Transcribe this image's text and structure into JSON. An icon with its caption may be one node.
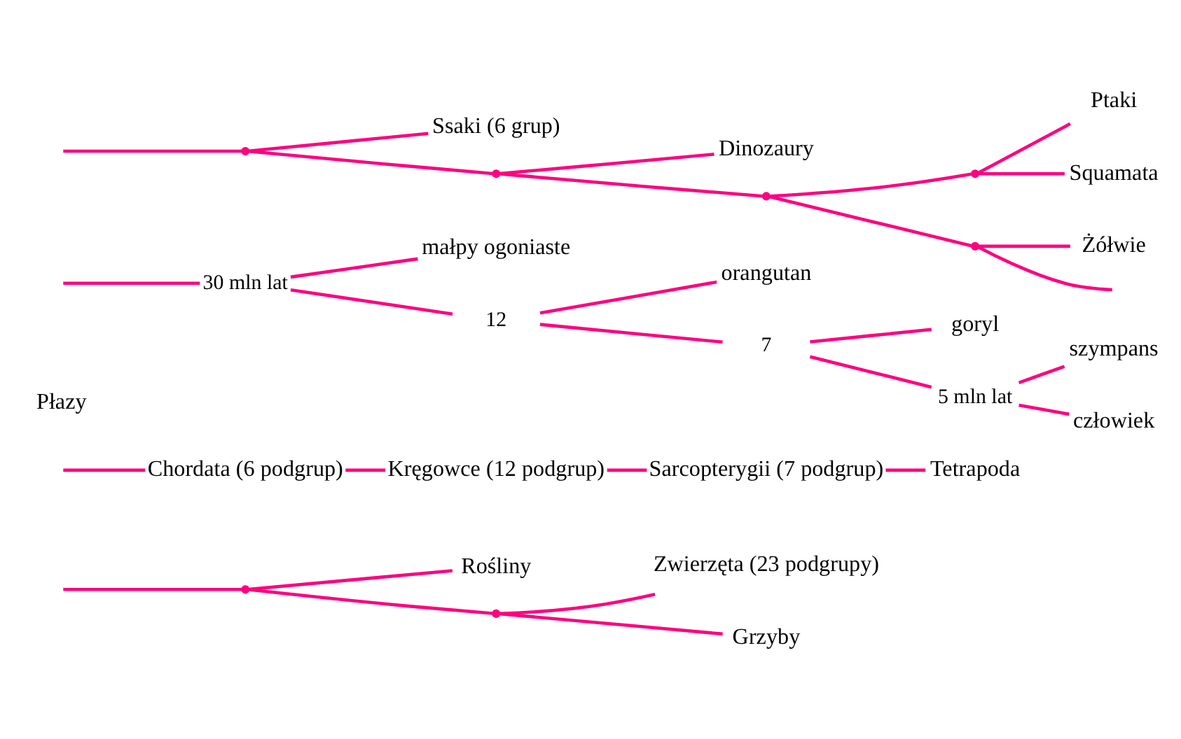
{
  "diagram": {
    "nodes": [
      {
        "text": [
          "Zwierzęta (23 podgrupy)"
        ]
      },
      {
        "text": [
          "Chordata (6 podgrup)"
        ]
      },
      {
        "text": [
          "Grzyby"
        ]
      },
      {
        "text": [
          "Rośliny"
        ]
      },
      {
        "text": [
          "Kręgowce (12 podgrup)"
        ]
      },
      {
        "text": [
          "Sarcopterygii (7 podgrup)"
        ]
      },
      {
        "text": [
          "Płazy"
        ]
      },
      {
        "text": [
          "Tetrapoda"
        ]
      },
      {
        "text": [
          "małpy ogoniaste"
        ]
      },
      {
        "text": [
          "Ssaki (6 grup)"
        ]
      },
      {
        "text": [
          "Dinozaury"
        ]
      },
      {
        "text": [
          "orangutan"
        ]
      },
      {
        "text": [
          "goryl"
        ]
      },
      {
        "text": [
          "Ptaki"
        ]
      },
      {
        "text": [
          "szympans"
        ]
      },
      {
        "text": [
          "Squamata"
        ]
      },
      {
        "text": [
          "Żółwie"
        ]
      },
      {
        "text": [
          "człowiek"
        ]
      },
      {
        "text": [],
        "shape": "point"
      },
      {
        "text": [],
        "shape": "point"
      },
      {
        "text": [],
        "shape": "point"
      },
      {
        "text": [],
        "shape": "point"
      },
      {
        "text": [],
        "shape": "point"
      },
      {
        "text": [],
        "shape": "point"
      },
      {
        "text": [],
        "shape": "point"
      },
      {
        "text": [],
        "shape": "point",
        "beside": [
          "30 mln lat"
        ]
      },
      {
        "text": [],
        "shape": "point",
        "beside": [
          "12"
        ]
      },
      {
        "text": [],
        "shape": "point",
        "beside": [
          "7"
        ]
      },
      {
        "text": [],
        "shape": "point",
        "beside": [
          "5 mln lat"
        ]
      }
    ],
    "edges": [
      {
        "from": null,
        "to": 18,
        "arrow": "none"
      },
      {
        "from": 18,
        "to": 19,
        "arrow": "none"
      },
      {
        "from": 19,
        "to": 0,
        "arrow": "none"
      },
      {
        "from": 19,
        "to": 2,
        "arrow": "none"
      },
      {
        "from": 18,
        "to": 3,
        "arrow": "none"
      },
      {
        "from": null,
        "to": 1,
        "arrow": "none"
      },
      {
        "from": 1,
        "to": 4,
        "arrow": "none"
      },
      {
        "from": 4,
        "to": 5,
        "arrow": "none"
      },
      {
        "from": 5,
        "to": 7,
        "arrow": "none"
      },
      {
        "from": null,
        "to": 20,
        "arrow": "none"
      },
      {
        "from": 20,
        "to": 9,
        "arrow": "none"
      },
      {
        "from": 20,
        "to": 21,
        "arrow": "none"
      },
      {
        "from": 21,
        "to": 10,
        "arrow": "none"
      },
      {
        "from": 21,
        "to": 22,
        "arrow": "none"
      },
      {
        "from": 22,
        "to": 23,
        "arrow": "none"
      },
      {
        "from": 23,
        "to": 13,
        "arrow": "none"
      },
      {
        "from": 23,
        "to": 15,
        "arrow": "none"
      },
      {
        "from": 22,
        "to": 24,
        "arrow": "none"
      },
      {
        "from": 24,
        "to": 16,
        "arrow": "none"
      },
      {
        "from": 24,
        "to": null,
        "arrow": "none"
      },
      {
        "from": null,
        "to": 25,
        "arrow": "none"
      },
      {
        "from": 25,
        "to": 8,
        "arrow": "none"
      },
      {
        "from": 25,
        "to": 26,
        "arrow": "none"
      },
      {
        "from": 26,
        "to": 11,
        "arrow": "none"
      },
      {
        "from": 26,
        "to": 27,
        "arrow": "none"
      },
      {
        "from": 27,
        "to": 12,
        "arrow": "none"
      },
      {
        "from": 27,
        "to": 28,
        "arrow": "none"
      },
      {
        "from": 28,
        "to": 14,
        "arrow": "none"
      },
      {
        "from": 28,
        "to": 17,
        "arrow": "none"
      }
    ]
  }
}
